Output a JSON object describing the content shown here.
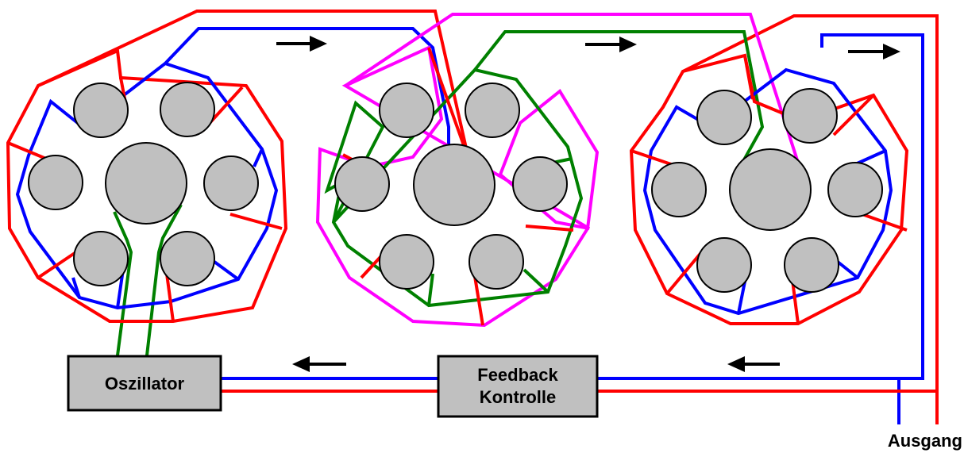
{
  "colors": {
    "red": "#ff0000",
    "blue": "#0000ff",
    "magenta": "#ff00ff",
    "green": "#008000",
    "circle_fill": "#c0c0c0",
    "box_fill": "#c0c0c0",
    "outline": "#000000"
  },
  "blocks": {
    "oscillator": {
      "label": "Oszillator"
    },
    "feedback": {
      "line1": "Feedback",
      "line2": "Kontrolle"
    }
  },
  "output": {
    "label": "Ausgang"
  },
  "arrows": [
    "right",
    "right",
    "right",
    "left",
    "left"
  ]
}
